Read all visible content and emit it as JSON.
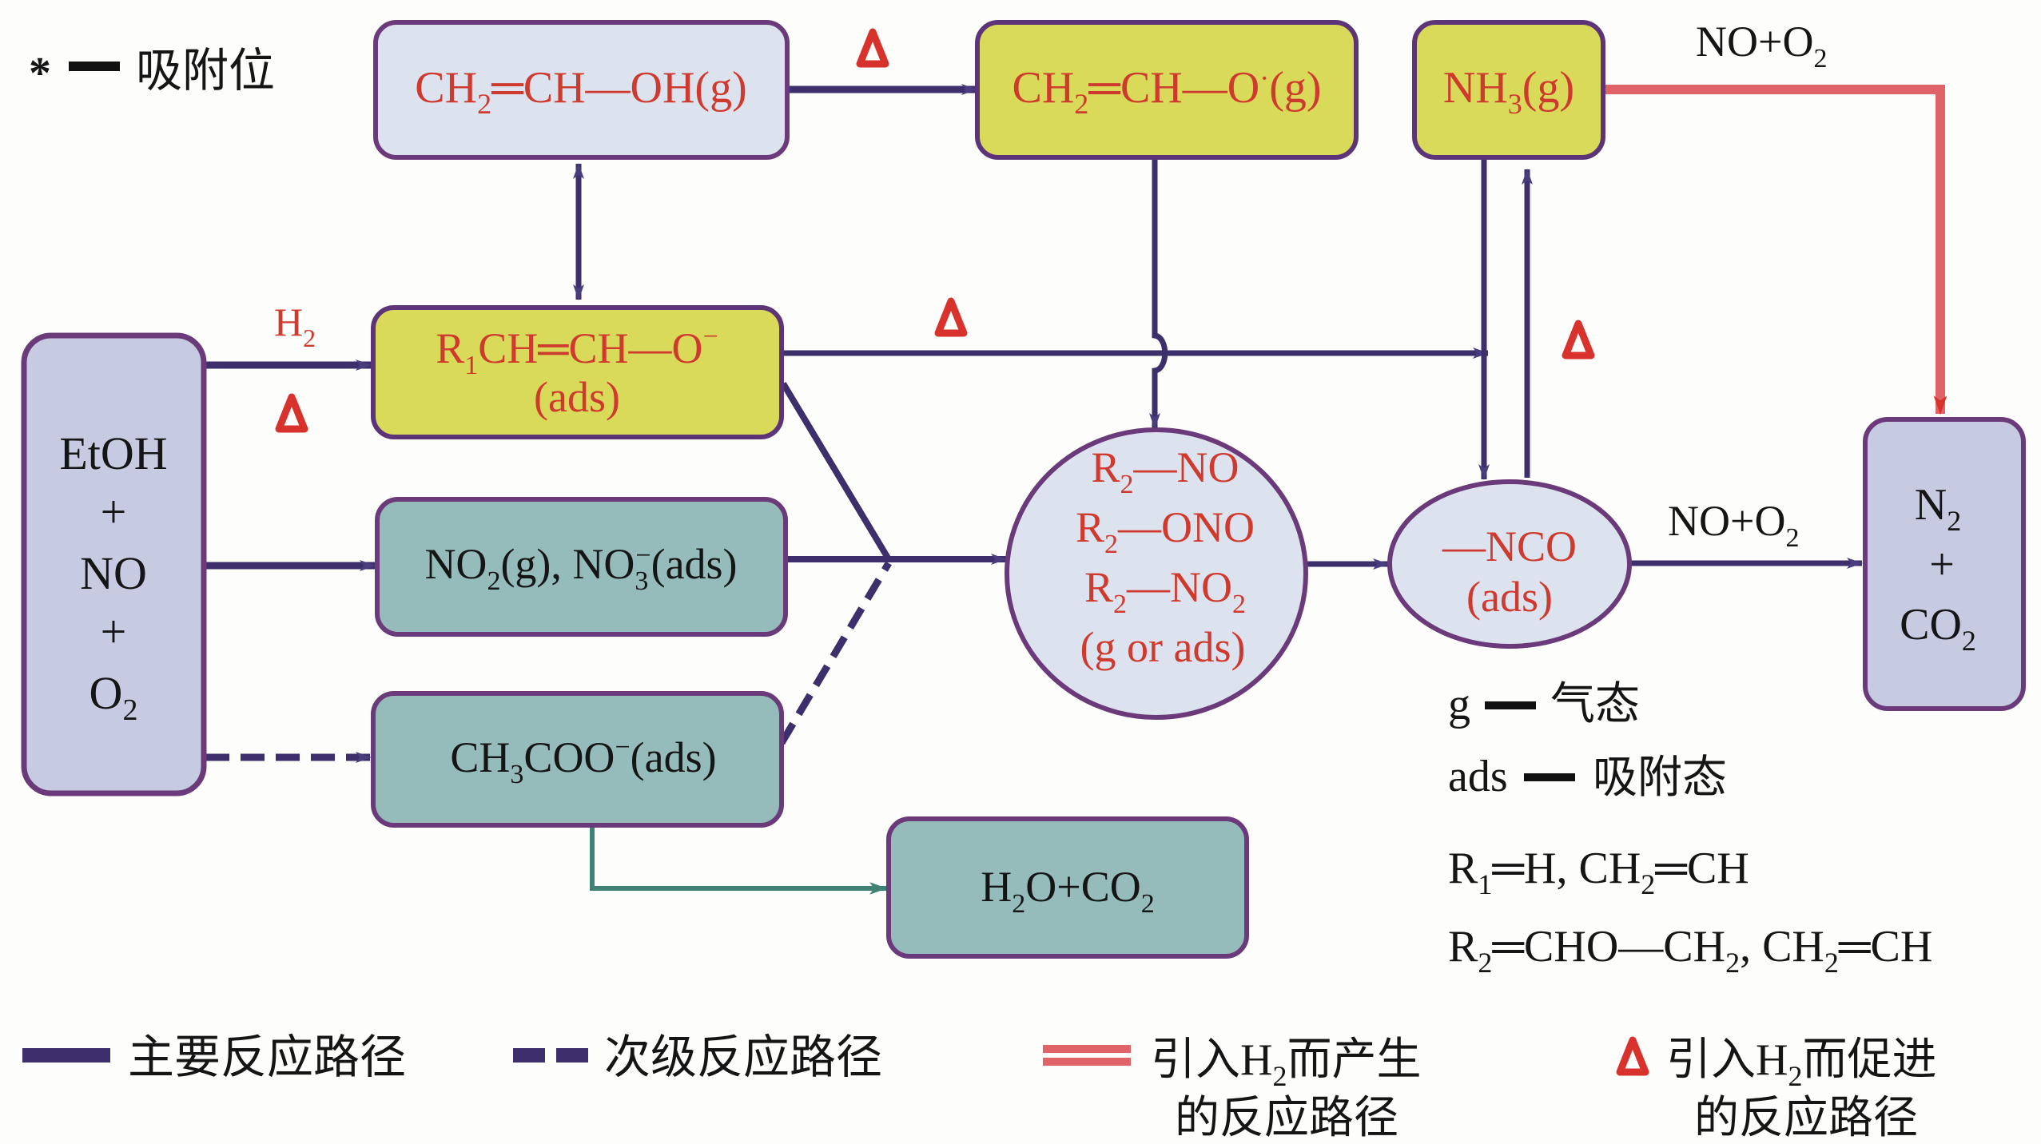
{
  "title": "EtOH + NO + O2 reaction pathways with H2 introduction",
  "colors": {
    "main_path": "#3d2f6b",
    "red_path": "#e06467",
    "green_path": "#3f8173",
    "delta": "#d8322d",
    "node_border": "#6b3a7a",
    "fill_gray_blue": "#dde3ee",
    "fill_yellow": "#d9d95a",
    "fill_teal": "#95bbba",
    "fill_lavender": "#c6cbe1",
    "species_red": "#cf3a2e"
  },
  "legend_top": {
    "symbol": "*",
    "dash": "—",
    "meaning": "吸附位"
  },
  "nodes": {
    "vinyl_alcohol": {
      "main": "CH",
      "sub1": "2",
      "rest": "═CH—OH(g)"
    },
    "vinyloxy": {
      "main": "CH",
      "sub1": "2",
      "rest": "═CH—O",
      "dot": "·",
      "tail": "(g)"
    },
    "ammonia": {
      "main": "NH",
      "sub1": "3",
      "rest": "(g)"
    },
    "enolate": {
      "line1_a": "R",
      "line1_sub": "1",
      "line1_b": "CH═CH—O",
      "line1_sup": "−",
      "line2": "(ads)"
    },
    "reactants": {
      "l1": "EtOH",
      "l2": "+",
      "l3": "NO",
      "l4": "+",
      "l5": "O",
      "l5_sub": "2"
    },
    "nitrogen_oxides": {
      "a": "NO",
      "a_sub": "2",
      "b": "(g), NO",
      "b_sub": "3",
      "b_sup": "−",
      "c": "(ads)"
    },
    "acetate": {
      "a": "CH",
      "a_sub": "3",
      "b": "COO",
      "b_sup": "−",
      "c": "(ads)"
    },
    "water_co2": {
      "a": "H",
      "a_sub": "2",
      "b": "O+CO",
      "b_sub": "2"
    },
    "organonitrogen": {
      "lines": [
        {
          "a": "R",
          "sub": "2",
          "b": "—NO"
        },
        {
          "a": "R",
          "sub": "2",
          "b": "—ONO"
        },
        {
          "a": "R",
          "sub": "2",
          "b": "—NO",
          "sub2": "2"
        }
      ],
      "state": "(g or ads)"
    },
    "isocyanate": {
      "l1": "—NCO",
      "l2": "(ads)"
    },
    "products": {
      "l1": "N",
      "l1_sub": "2",
      "l2": "+",
      "l3": "CO",
      "l3_sub": "2"
    }
  },
  "edge_labels": {
    "h2": {
      "a": "H",
      "sub": "2"
    },
    "no_o2_top": {
      "a": "NO+O",
      "sub": "2"
    },
    "no_o2_right": {
      "a": "NO+O",
      "sub": "2"
    },
    "delta_symbol": "Δ"
  },
  "notes": {
    "g": {
      "key": "g",
      "dash": "—",
      "meaning": "气态"
    },
    "ads": {
      "key": "ads",
      "dash": "—",
      "meaning": "吸附态"
    },
    "r1": {
      "a": "R",
      "sub": "1",
      "b": "═H, CH",
      "sub2": "2",
      "c": "═CH"
    },
    "r2": {
      "a": "R",
      "sub": "2",
      "b": "═CHO—CH",
      "sub2": "2",
      "c": ", CH",
      "sub3": "2",
      "d": "═CH"
    }
  },
  "legend_bottom": {
    "main": "主要反应路径",
    "secondary": "次级反应路径",
    "h2_new": {
      "l1_a": "引入H",
      "l1_sub": "2",
      "l1_b": "而产生",
      "l2": "的反应路径"
    },
    "h2_promoted": {
      "l1_a": "引入H",
      "l1_sub": "2",
      "l1_b": "而促进",
      "l2": "的反应路径"
    }
  }
}
